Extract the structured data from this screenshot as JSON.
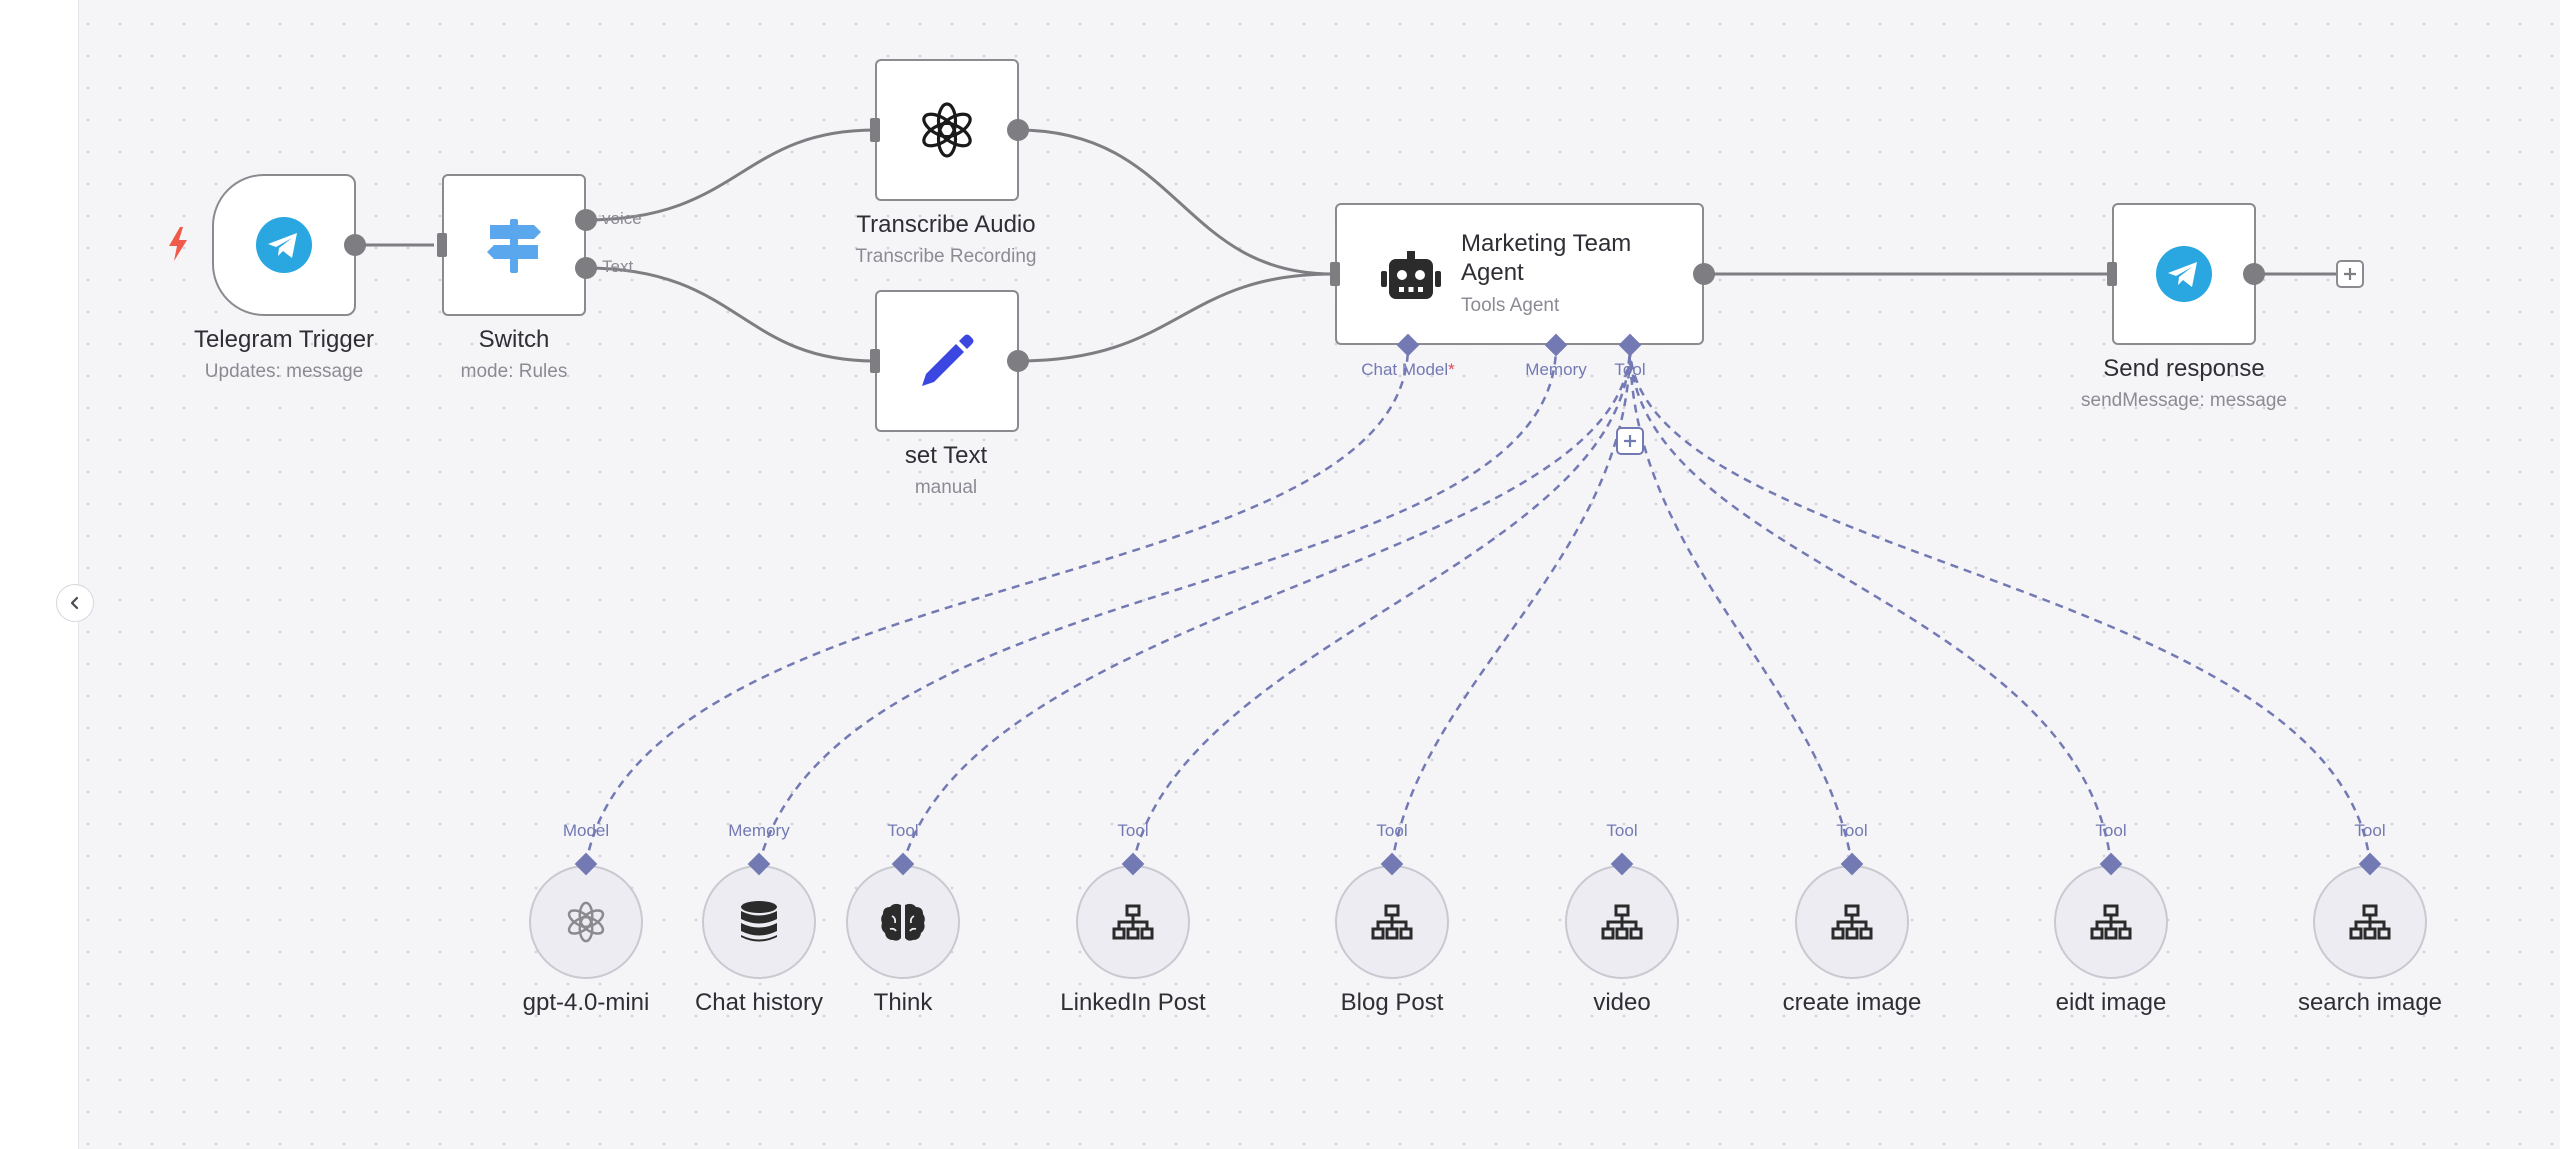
{
  "canvas": {
    "background": "#f5f5f8",
    "edge_color": "#7d7d82",
    "ai_edge_color": "#7379b3",
    "collapse_icon": "chevron-left-icon"
  },
  "nodes": {
    "telegram_trigger": {
      "title": "Telegram Trigger",
      "subtitle": "Updates: message",
      "icon": "telegram-icon",
      "trigger_icon": "lightning-bolt-icon"
    },
    "switch": {
      "title": "Switch",
      "subtitle": "mode: Rules",
      "icon": "signpost-icon",
      "outputs": [
        "voice",
        "Text"
      ]
    },
    "transcribe_audio": {
      "title": "Transcribe Audio",
      "subtitle": "Transcribe Recording",
      "icon": "openai-icon"
    },
    "set_text": {
      "title": "set Text",
      "subtitle": "manual",
      "icon": "pencil-icon"
    },
    "agent": {
      "title": "Marketing Team Agent",
      "subtitle": "Tools Agent",
      "icon": "robot-icon",
      "ports": {
        "chat_model": "Chat Model",
        "required_mark": "*",
        "memory": "Memory",
        "tool": "Tool"
      }
    },
    "send_response": {
      "title": "Send response",
      "subtitle": "sendMessage: message",
      "icon": "telegram-icon"
    }
  },
  "sub_nodes": [
    {
      "title": "gpt-4.0-mini",
      "port": "Model",
      "icon": "openai-icon"
    },
    {
      "title": "Chat history",
      "port": "Memory",
      "icon": "database-icon"
    },
    {
      "title": "Think",
      "port": "Tool",
      "icon": "brain-icon"
    },
    {
      "title": "LinkedIn Post",
      "port": "Tool",
      "icon": "sitemap-icon"
    },
    {
      "title": "Blog Post",
      "port": "Tool",
      "icon": "sitemap-icon"
    },
    {
      "title": "video",
      "port": "Tool",
      "icon": "sitemap-icon"
    },
    {
      "title": "create image",
      "port": "Tool",
      "icon": "sitemap-icon"
    },
    {
      "title": "eidt image",
      "port": "Tool",
      "icon": "sitemap-icon"
    },
    {
      "title": "search image",
      "port": "Tool",
      "icon": "sitemap-icon"
    }
  ]
}
